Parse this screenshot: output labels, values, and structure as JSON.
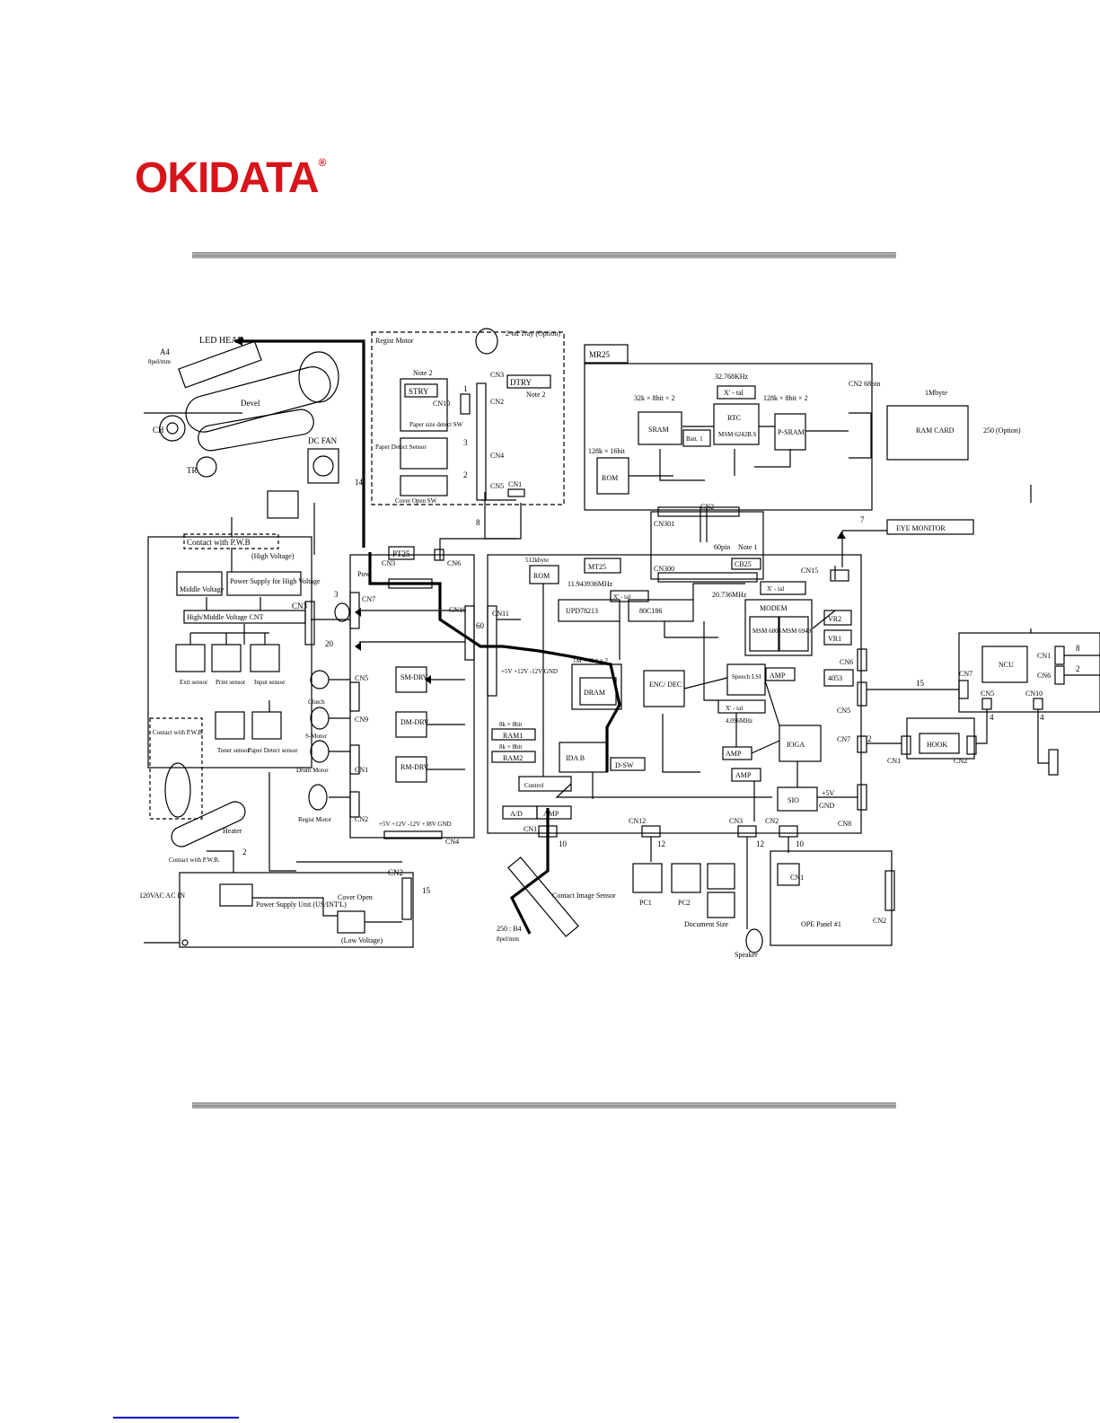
{
  "header": {
    "logo_text": "OKIDATA",
    "logo_mark": "®",
    "brand_color": "#d7141a"
  },
  "diagram": {
    "top_left": {
      "led_head": "LED HEAD",
      "a4_label": "A4",
      "a4_sub": "8pel/mm",
      "devel": "Devel",
      "ch": "CH",
      "tr": "TR",
      "dc_fan": "DC FAN",
      "wire14": "14",
      "contact_pwb": "Contact with P.W.B",
      "high_voltage": "(High Voltage)",
      "middle_voltage": "Middle Voltage",
      "power_supply_hv": "Power Supply for High Voltage",
      "hv_cnt": "High/Middle Voltage CNT",
      "cn3": "CN3",
      "exit_sensor": "Exit sensor",
      "print_sensor": "Print sensor",
      "input_sensor": "Input sensor",
      "contact_pwb2": "Contact with P.W.B.",
      "toner_sensor": "Toner sensor",
      "paper_detect_sensor": "Paper Detect sensor",
      "heater": "Heater",
      "contact_pwb3": "Contact with P.W.B.",
      "wire2": "2",
      "ac_in": "120VAC AC IN",
      "psu": "Power Supply Unit (US/INT'L)",
      "cover_open": "Cover Open",
      "low_voltage": "(Low Voltage)",
      "cn2": "CN2",
      "wire15": "15"
    },
    "tray": {
      "regist_motor": "Regist Motor",
      "tray2": "2-nd Tray (Option)",
      "note2a": "Note 2",
      "stry": "STRY",
      "dtry": "DTRY",
      "note2b": "Note 2",
      "cn10": "CN10",
      "cn3": "CN3",
      "cn2": "CN2",
      "paper_size_sw": "Paper size detect SW",
      "paper_detect": "Paper Detect Sensor",
      "cn4": "CN4",
      "cover_open_sw": "Cover Open SW",
      "cn5": "CN5",
      "cn1": "CN1",
      "w1": "1",
      "w3": "3",
      "w2": "2",
      "w8": "8"
    },
    "pt25": {
      "label": "PT25",
      "pow": "Pow.",
      "cn3": "CN3",
      "cn6": "CN6",
      "cn7": "CN7",
      "cn10": "CN10",
      "w60": "60",
      "w3": "3",
      "w20": "20",
      "cn5": "CN5",
      "clutch": "Clutch",
      "cn9": "CN9",
      "s_motor": "S-Motor",
      "drum_motor": "Drum Motor",
      "cn1": "CN1",
      "regist_motor": "Regist Motor",
      "cn2": "CN2",
      "sm_drv": "SM-DRV",
      "dm_drv": "DM-DRV",
      "rm_drv": "RM-DRV",
      "voltages": "+5V +12V -12V +38V GND",
      "cn4": "CN4"
    },
    "mr25": {
      "label": "MR25",
      "xtal_freq": "32.768KHz",
      "xtal": "X' - tal",
      "sram_size": "32k × 8bit × 2",
      "psram_size": "128k × 8bit × 2",
      "sram": "SRAM",
      "batt": "Batt. 1",
      "rtc": "RTC",
      "msm": "MSM 6242B.S",
      "psram": "P-SRAM",
      "rom_size": "128k × 16bit",
      "rom": "ROM",
      "cn2": "CN2",
      "cn2_68": "CN2 68pin",
      "ram_card_size": "1Mbyte",
      "ram_card": "RAM CARD",
      "option": "250 (Option)"
    },
    "cb25": {
      "cn301": "CN301",
      "pins": "60pin",
      "note1": "Note 1",
      "cn300": "CN300",
      "label": "CB25",
      "eye_monitor": "EYE MONITOR",
      "w7": "7"
    },
    "mt25": {
      "label": "MT25",
      "rom_size": "512kbyte",
      "rom": "ROM",
      "freq1": "11.943936MHz",
      "xtal1": "X' - tal",
      "upd": "UPD78213",
      "cpu": "80C186",
      "cn11": "CN11",
      "power": "+5V +12V -12V GND",
      "dram_size": "1M × 4bit × 2",
      "dram": "DRAM",
      "ram1_size": "8k × 8bit",
      "ram1": "RAM1",
      "ram2_size": "8k × 8bit",
      "ram2": "RAM2",
      "encdec": "ENC/ DEC",
      "idab": "IDA B",
      "dsw": "D-SW",
      "control": "Control",
      "ad": "A/D",
      "amp": "AMP",
      "cn1": "CN1",
      "freq2": "20.736MHz",
      "xtal2": "X' - tal",
      "modem": "MODEM",
      "msm6805": "MSM 6805",
      "msm6949": "MSM 6949",
      "vr2": "VR2",
      "vr1": "VR1",
      "cn15": "CN15",
      "speech": "Speech LSI",
      "amp2": "AMP",
      "xtal3": "X' - tal",
      "freq3": "4.096MHz",
      "cn6": "CN6",
      "c4053": "4053",
      "cn5": "CN5",
      "ioga": "IOGA",
      "cn7": "CN7",
      "w2": "2",
      "amp3": "AMP",
      "amp4": "AMP",
      "sio": "SIO",
      "p5v": "+5V",
      "gnd": "GND",
      "cn8": "CN8",
      "cn12": "CN12",
      "cn3": "CN3",
      "cn2": "CN2",
      "w10a": "10",
      "w12a": "12",
      "w12b": "12",
      "w10b": "10"
    },
    "right": {
      "ncu": "NCU",
      "cn1": "CN1",
      "cn6": "CN6",
      "cn7": "CN7",
      "cn5": "CN5",
      "cn10": "CN10",
      "w8": "8",
      "w2": "2",
      "w15": "15",
      "w4a": "4",
      "w4b": "4",
      "hook": "HOOK",
      "cn1h": "CN1",
      "cn2h": "CN2"
    },
    "bottom": {
      "contact_image": "Contact Image Sensor",
      "b4": "250 : B4",
      "b4_sub": "8pel/mm",
      "pc1": "PC1",
      "pc2": "PC2",
      "doc_size": "Document Size",
      "speaker": "Speaker",
      "cn1": "CN1",
      "ope": "OPE Panel #1",
      "cn2": "CN2"
    }
  }
}
